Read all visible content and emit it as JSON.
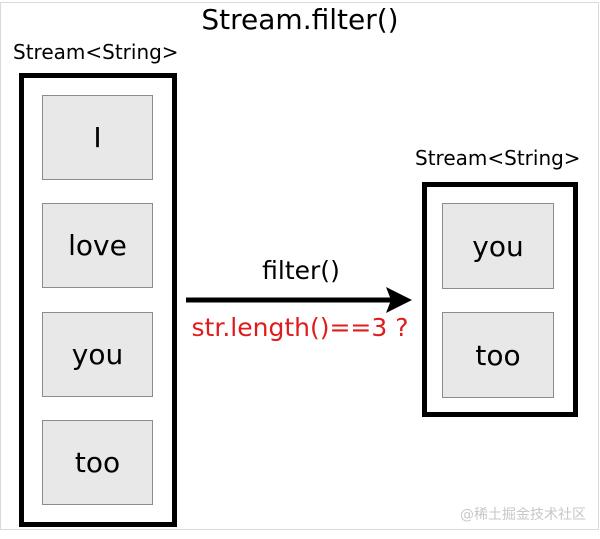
{
  "title": "Stream.filter()",
  "source_stream": {
    "label": "Stream<String>",
    "items": [
      "I",
      "love",
      "you",
      "too"
    ]
  },
  "operation": {
    "name": "filter()",
    "predicate": "str.length()==3 ?"
  },
  "result_stream": {
    "label": "Stream<String>",
    "items": [
      "you",
      "too"
    ]
  },
  "watermark": "@稀土掘金技术社区",
  "colors": {
    "item_box_fill": "#e8e8e8",
    "item_box_border": "#8c8c8c",
    "stream_box_outline": "#000000",
    "predicate_text": "#e01b1b",
    "arrow": "#000000",
    "watermark_text": "#c7c7c7",
    "page_frame": "#dadada"
  }
}
